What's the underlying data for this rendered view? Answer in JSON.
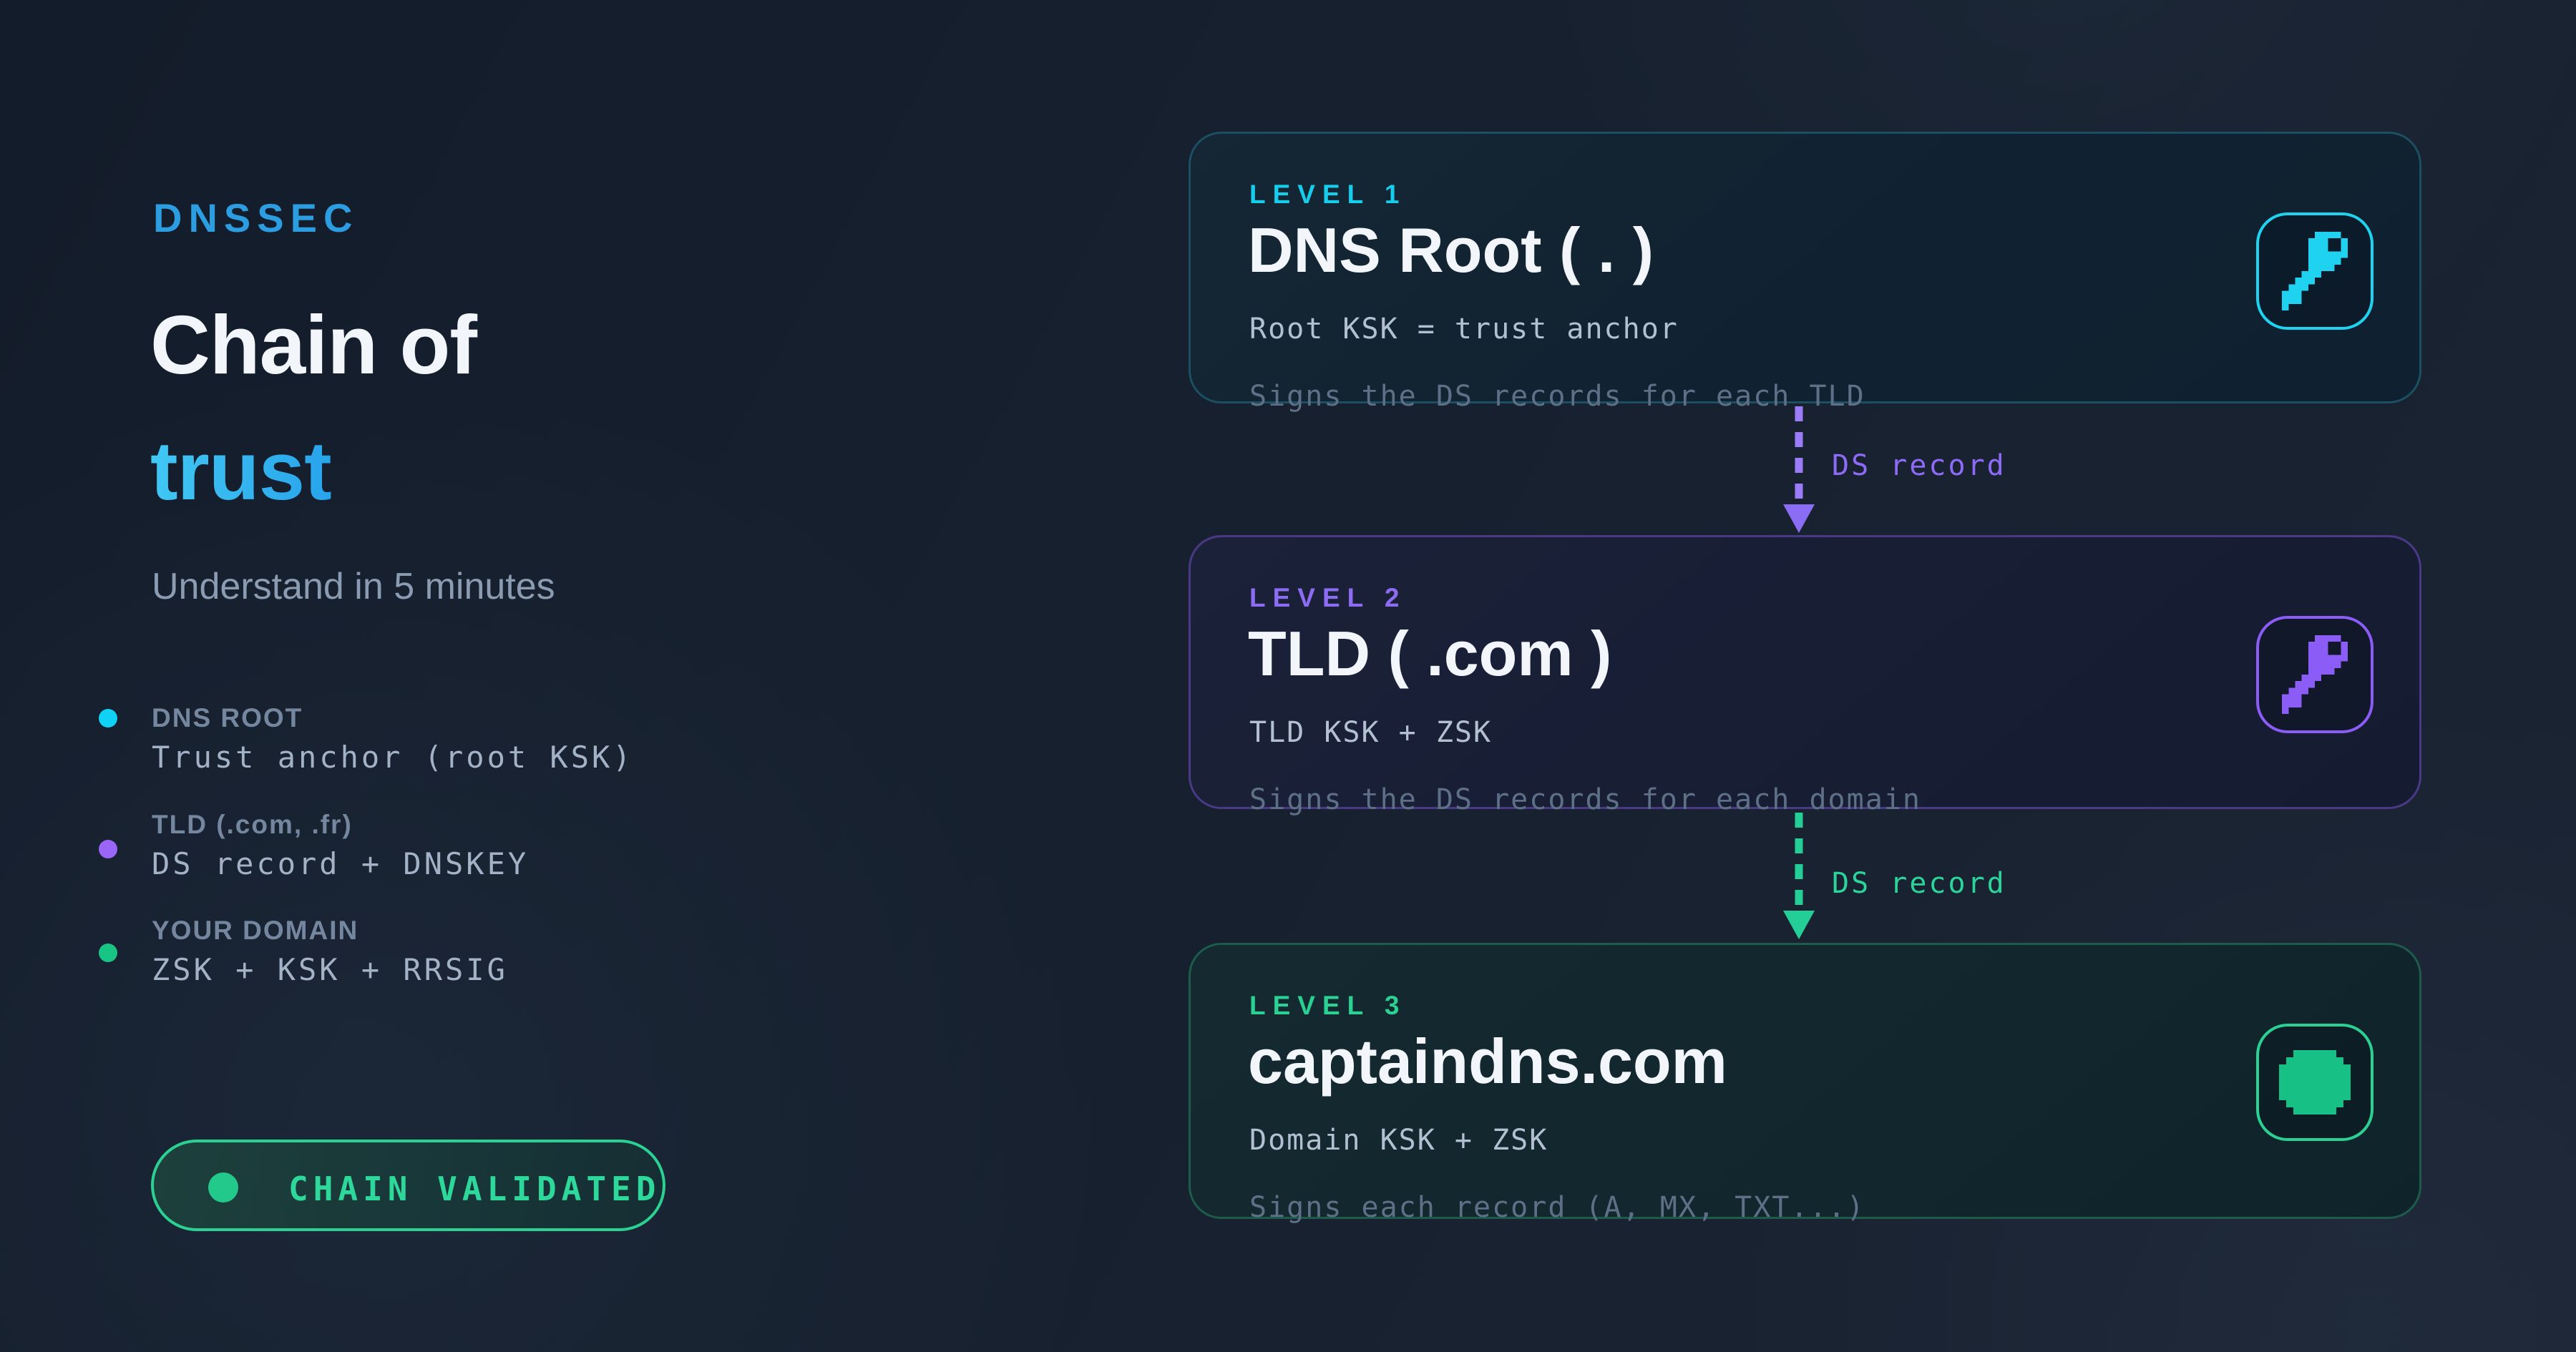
{
  "hero": {
    "eyebrow": "DNSSEC",
    "title_line1": "Chain of",
    "title_line2": "trust",
    "subtitle": "Understand in 5 minutes",
    "bullets": [
      {
        "title": "DNS ROOT",
        "detail": "Trust anchor (root KSK)",
        "dot_color": "#0fd2f5"
      },
      {
        "title": "TLD (.com, .fr)",
        "detail": "DS record + DNSKEY",
        "dot_color": "#9a66f7"
      },
      {
        "title": "YOUR DOMAIN",
        "detail": "ZSK + KSK + RRSIG",
        "dot_color": "#19c585"
      }
    ],
    "status_pill": {
      "label": "CHAIN VALIDATED",
      "color": "#2ed79a"
    }
  },
  "chain": {
    "cards": [
      {
        "level": "LEVEL 1",
        "title": "DNS Root ( . )",
        "line1": "Root KSK = trust anchor",
        "line2": "Signs the DS records for each TLD",
        "accent": "#17cdec",
        "icon": "pixel-key"
      },
      {
        "level": "LEVEL 2",
        "title": "TLD ( .com )",
        "line1": "TLD KSK + ZSK",
        "line2": "Signs the DS records for each domain",
        "accent": "#8b6cf3",
        "icon": "pixel-key"
      },
      {
        "level": "LEVEL 3",
        "title": "captaindns.com",
        "line1": "Domain KSK + ZSK",
        "line2": "Signs each record (A, MX, TXT...)",
        "accent": "#2bd093",
        "icon": "pixel-block"
      }
    ],
    "connectors": [
      {
        "label": "DS record",
        "color": "#8b6cf5"
      },
      {
        "label": "DS record",
        "color": "#23cf97"
      }
    ]
  }
}
